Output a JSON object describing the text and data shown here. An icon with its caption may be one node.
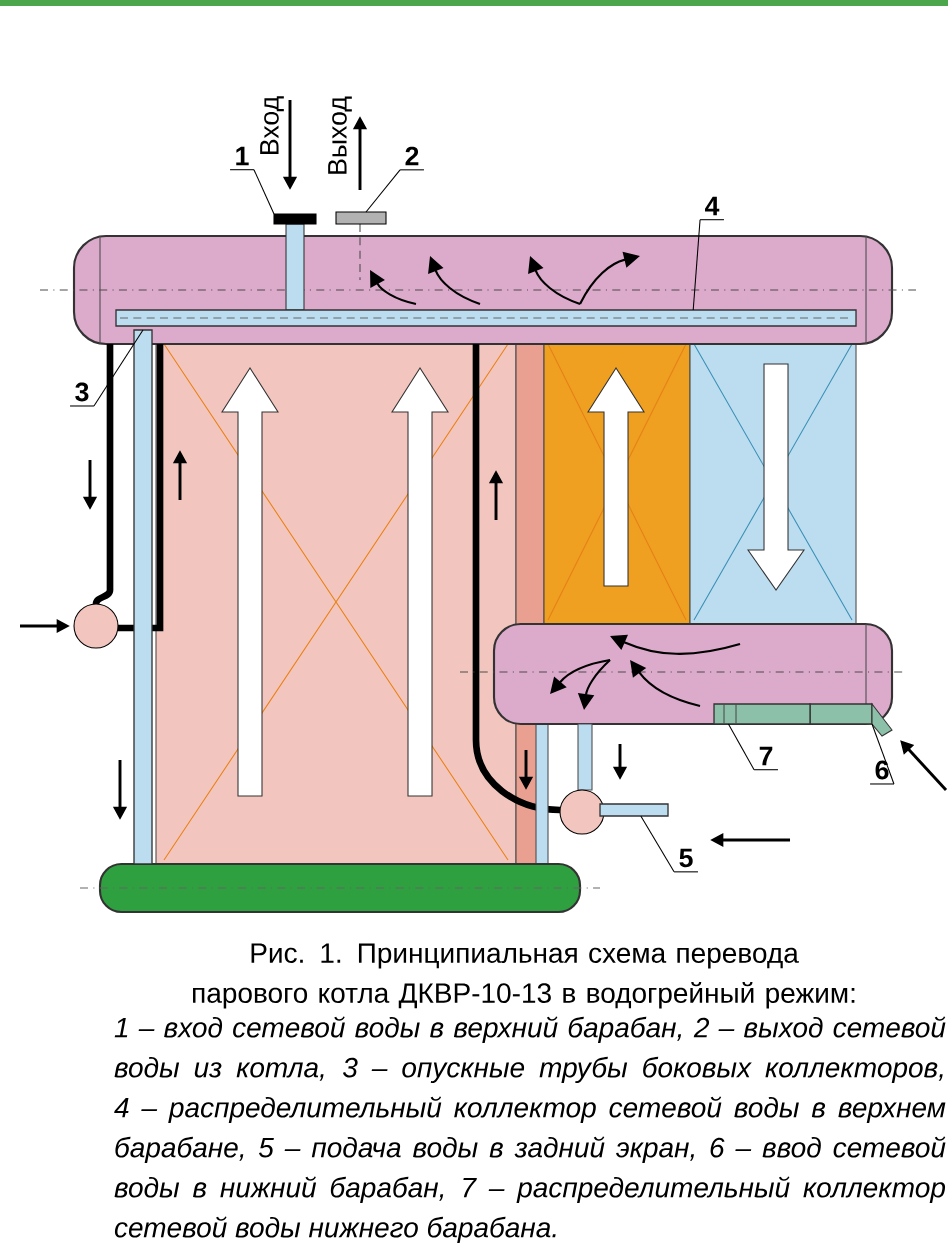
{
  "diagram": {
    "caption": "Рис. 1. Принципиальная схема перевода парового котла ДКВР-10-13 в водогрейный режим:",
    "nodes": [
      {
        "text": [
          "1"
        ]
      },
      {
        "text": [
          "2"
        ]
      },
      {
        "text": [
          "3"
        ]
      },
      {
        "text": [
          "4"
        ]
      },
      {
        "text": [
          "5"
        ]
      },
      {
        "text": [
          "6"
        ]
      },
      {
        "text": [
          "7"
        ]
      },
      {
        "text": [],
        "shape": "bar"
      },
      {
        "text": [],
        "shape": "bar"
      },
      {
        "text": [],
        "shape": "pipe"
      },
      {
        "text": [],
        "shape": "pipe"
      },
      {
        "text": [],
        "shape": "pipe"
      },
      {
        "text": [],
        "shape": "pipe"
      },
      {
        "text": [],
        "shape": "pipe"
      }
    ],
    "edges": [
      {
        "from": 0,
        "to": 7,
        "arrow": "none"
      },
      {
        "from": 1,
        "to": 8,
        "arrow": "none"
      },
      {
        "from": 2,
        "to": 9,
        "arrow": "none"
      },
      {
        "from": 3,
        "to": 10,
        "arrow": "none"
      },
      {
        "from": 4,
        "to": 11,
        "arrow": "none"
      },
      {
        "from": 5,
        "to": 12,
        "arrow": "none"
      },
      {
        "from": 6,
        "to": 13,
        "arrow": "none"
      }
    ],
    "labels": [
      "Вход",
      "Выход",
      "1 – вход сетевой воды в верхний барабан, 2 – выход сетевой воды из котла, 3 – опускные трубы боковых коллекторов, 4 – распределительный коллектор сетевой воды в верхнем барабане, 5 – подача воды в задний экран, 6 – ввод сетевой воды в нижний барабан, 7 – распределительный коллектор сетевой воды нижнего барабана."
    ]
  }
}
